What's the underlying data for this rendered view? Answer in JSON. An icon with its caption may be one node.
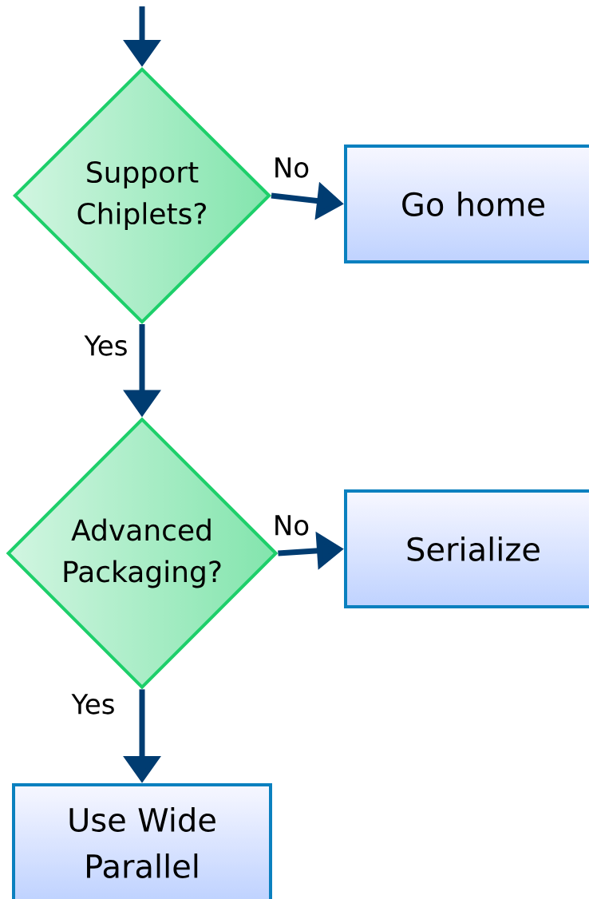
{
  "diagram": {
    "nodes": [
      {
        "text": [
          "Support Chiplets?"
        ]
      },
      {
        "text": [
          "Go home"
        ]
      },
      {
        "text": [
          "Advanced Packaging?"
        ]
      },
      {
        "text": [
          "Serialize"
        ]
      },
      {
        "text": [
          "Use Wide Parallel"
        ]
      }
    ],
    "edges": [
      {
        "from": null,
        "to": 0,
        "arrow": "to"
      },
      {
        "from": 0,
        "to": 1,
        "arrow": "to",
        "label": "No"
      },
      {
        "from": 0,
        "to": 2,
        "arrow": "to",
        "label": "Yes"
      },
      {
        "from": 2,
        "to": 3,
        "arrow": "to",
        "label": "No"
      },
      {
        "from": 2,
        "to": 4,
        "arrow": "to",
        "label": "Yes"
      }
    ]
  }
}
